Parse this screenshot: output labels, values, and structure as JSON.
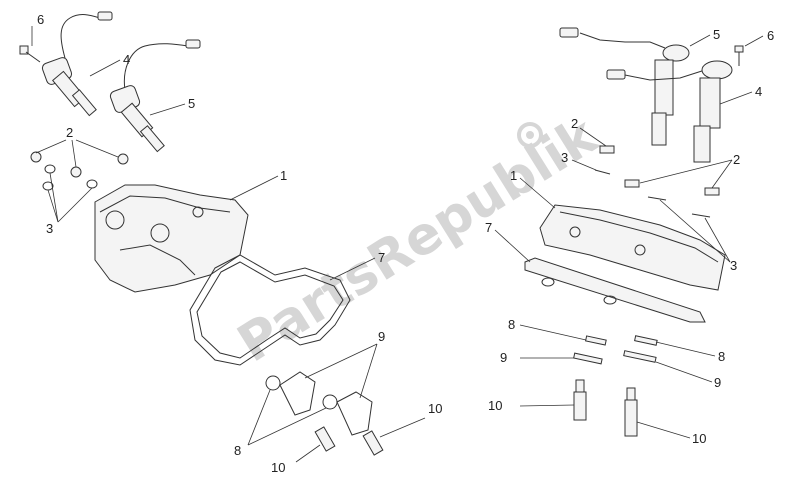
{
  "watermark": {
    "text": "PartsRepublik"
  },
  "callouts": [
    {
      "id": "c-left-6",
      "text": "6"
    },
    {
      "id": "c-left-4",
      "text": "4"
    },
    {
      "id": "c-left-5",
      "text": "5"
    },
    {
      "id": "c-left-2",
      "text": "2"
    },
    {
      "id": "c-left-3",
      "text": "3"
    },
    {
      "id": "c-left-1",
      "text": "1"
    },
    {
      "id": "c-left-7",
      "text": "7"
    },
    {
      "id": "c-left-9",
      "text": "9"
    },
    {
      "id": "c-left-8",
      "text": "8"
    },
    {
      "id": "c-left-10a",
      "text": "10"
    },
    {
      "id": "c-left-10b",
      "text": "10"
    },
    {
      "id": "c-right-5",
      "text": "5"
    },
    {
      "id": "c-right-6",
      "text": "6"
    },
    {
      "id": "c-right-4",
      "text": "4"
    },
    {
      "id": "c-right-2a",
      "text": "2"
    },
    {
      "id": "c-right-3a",
      "text": "3"
    },
    {
      "id": "c-right-1",
      "text": "1"
    },
    {
      "id": "c-right-2b",
      "text": "2"
    },
    {
      "id": "c-right-7",
      "text": "7"
    },
    {
      "id": "c-right-3b",
      "text": "3"
    },
    {
      "id": "c-right-8a",
      "text": "8"
    },
    {
      "id": "c-right-9a",
      "text": "9"
    },
    {
      "id": "c-right-8b",
      "text": "8"
    },
    {
      "id": "c-right-9b",
      "text": "9"
    },
    {
      "id": "c-right-10a",
      "text": "10"
    },
    {
      "id": "c-right-10b",
      "text": "10"
    }
  ]
}
